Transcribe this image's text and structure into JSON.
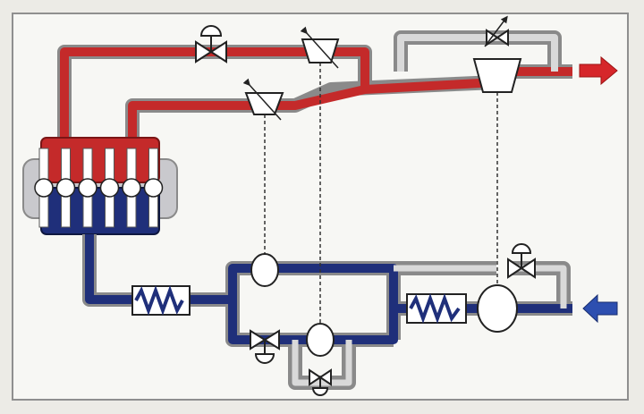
{
  "diagram": {
    "colors": {
      "background": "#ecebe6",
      "panel": "#f7f7f4",
      "border": "#8f8f8f",
      "hot_pipe": "#c42a2a",
      "cold_pipe": "#1f2f7a",
      "pipe_casing": "#8a8a8a",
      "bypass_pipe": "#d9d9d9",
      "engine_block": "#c9c9cd",
      "symbol_stroke": "#222222",
      "symbol_fill": "#ffffff",
      "signal_line": "#333333",
      "exhaust_arrow": "#d6262a",
      "intake_arrow": "#2d4fb0"
    },
    "components": [
      {
        "id": "engine",
        "icon": "engine-block-icon",
        "cylinders": 6
      },
      {
        "id": "wastegate-valve",
        "icon": "gate-valve-icon"
      },
      {
        "id": "hp-turbine",
        "icon": "variable-turbine-icon"
      },
      {
        "id": "lp-turbine",
        "icon": "variable-turbine-icon"
      },
      {
        "id": "lp-turbine-bypass-valve",
        "icon": "control-valve-icon"
      },
      {
        "id": "exhaust-turbine",
        "icon": "turbine-icon"
      },
      {
        "id": "exhaust-outlet",
        "icon": "arrow-right-icon"
      },
      {
        "id": "intake-inlet",
        "icon": "arrow-left-icon"
      },
      {
        "id": "hp-compressor",
        "icon": "compressor-icon"
      },
      {
        "id": "mp-compressor",
        "icon": "compressor-icon"
      },
      {
        "id": "lp-compressor",
        "icon": "compressor-icon"
      },
      {
        "id": "charge-air-cooler",
        "icon": "intercooler-icon"
      },
      {
        "id": "inter-cooler",
        "icon": "intercooler-icon"
      },
      {
        "id": "compressor-bypass-valve",
        "icon": "gate-valve-icon"
      },
      {
        "id": "inlet-bypass-valve",
        "icon": "gate-valve-icon"
      },
      {
        "id": "mp-bypass-valve",
        "icon": "gate-valve-icon"
      }
    ]
  }
}
